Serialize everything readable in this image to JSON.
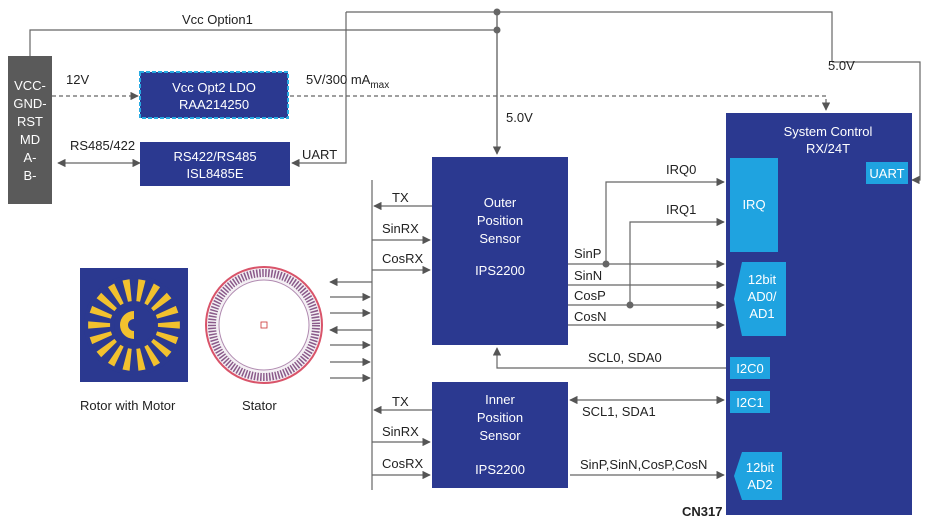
{
  "connector": {
    "lines": [
      "VCC-",
      "GND-",
      "RST",
      "MD",
      "A-",
      "B-"
    ]
  },
  "vcc_option1": "Vcc Option1",
  "v12": "12V",
  "ldo": {
    "line1": "Vcc Opt2 LDO",
    "line2": "RAA214250"
  },
  "ldo_out": {
    "main": "5V/300 mA",
    "sub": "max"
  },
  "v5_right": "5.0V",
  "v5_mid": "5.0V",
  "rs485_label": "RS485/422",
  "transceiver": {
    "line1": "RS422/RS485",
    "line2": "ISL8485E"
  },
  "uart_label": "UART",
  "outer_sensor": {
    "line1": "Outer",
    "line2": "Position",
    "line3": "Sensor",
    "part": "IPS2200"
  },
  "inner_sensor": {
    "line1": "Inner",
    "line2": "Position",
    "line3": "Sensor",
    "part": "IPS2200"
  },
  "sys": {
    "title1": "System Control",
    "title2": "RX/24T"
  },
  "irq": "IRQ",
  "uart_block": "UART",
  "ad_block": {
    "line1": "12bit",
    "line2": "AD0/",
    "line3": "AD1"
  },
  "i2c0": "I2C0",
  "i2c1": "I2C1",
  "ad2_block": {
    "line1": "12bit",
    "line2": "AD2"
  },
  "irq0": "IRQ0",
  "irq1": "IRQ1",
  "signals": {
    "sinp": "SinP",
    "sinn": "SinN",
    "cosp": "CosP",
    "cosn": "CosN"
  },
  "outer_pins": {
    "tx": "TX",
    "sinrx": "SinRX",
    "cosrx": "CosRX"
  },
  "inner_pins": {
    "tx": "TX",
    "sinrx": "SinRX",
    "cosrx": "CosRX"
  },
  "scl0": "SCL0, SDA0",
  "scl1": "SCL1, SDA1",
  "inner_out": "SinP,SinN,CosP,CosN",
  "rotor_caption": "Rotor with Motor",
  "stator_caption": "Stator",
  "board_id": "CN317",
  "colors": {
    "block": "#2b3990",
    "light": "#1fa3e0",
    "connector": "#5a5a5a",
    "line": "#666666",
    "ldo_border": "#29abe2",
    "gold": "#f2c12e"
  }
}
